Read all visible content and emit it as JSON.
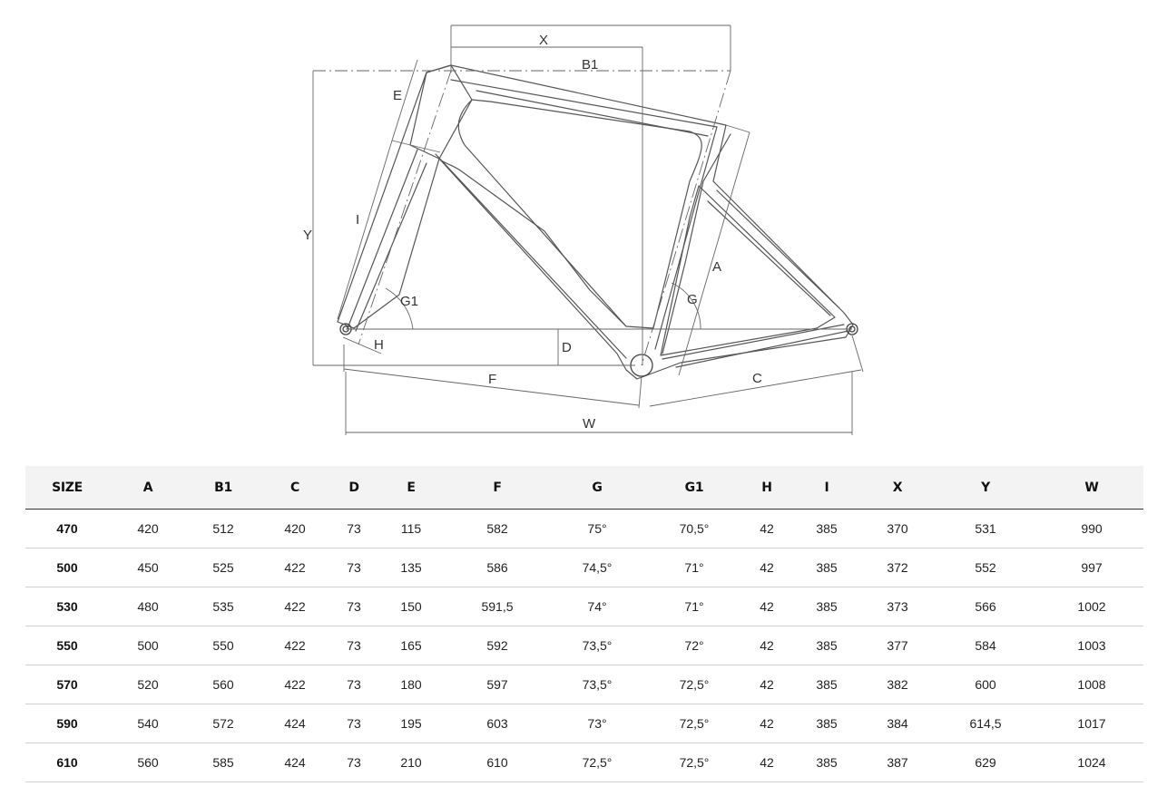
{
  "diagram": {
    "labels": {
      "X": "X",
      "B1": "B1",
      "E": "E",
      "Y": "Y",
      "I": "I",
      "G1": "G1",
      "H": "H",
      "D": "D",
      "F": "F",
      "W": "W",
      "A": "A",
      "G": "G",
      "C": "C"
    }
  },
  "table": {
    "columns": [
      "SIZE",
      "A",
      "B1",
      "C",
      "D",
      "E",
      "F",
      "G",
      "G1",
      "H",
      "I",
      "X",
      "Y",
      "W"
    ],
    "rows": [
      [
        "470",
        "420",
        "512",
        "420",
        "73",
        "115",
        "582",
        "75°",
        "70,5°",
        "42",
        "385",
        "370",
        "531",
        "990"
      ],
      [
        "500",
        "450",
        "525",
        "422",
        "73",
        "135",
        "586",
        "74,5°",
        "71°",
        "42",
        "385",
        "372",
        "552",
        "997"
      ],
      [
        "530",
        "480",
        "535",
        "422",
        "73",
        "150",
        "591,5",
        "74°",
        "71°",
        "42",
        "385",
        "373",
        "566",
        "1002"
      ],
      [
        "550",
        "500",
        "550",
        "422",
        "73",
        "165",
        "592",
        "73,5°",
        "72°",
        "42",
        "385",
        "377",
        "584",
        "1003"
      ],
      [
        "570",
        "520",
        "560",
        "422",
        "73",
        "180",
        "597",
        "73,5°",
        "72,5°",
        "42",
        "385",
        "382",
        "600",
        "1008"
      ],
      [
        "590",
        "540",
        "572",
        "424",
        "73",
        "195",
        "603",
        "73°",
        "72,5°",
        "42",
        "385",
        "384",
        "614,5",
        "1017"
      ],
      [
        "610",
        "560",
        "585",
        "424",
        "73",
        "210",
        "610",
        "72,5°",
        "72,5°",
        "42",
        "385",
        "387",
        "629",
        "1024"
      ]
    ]
  }
}
